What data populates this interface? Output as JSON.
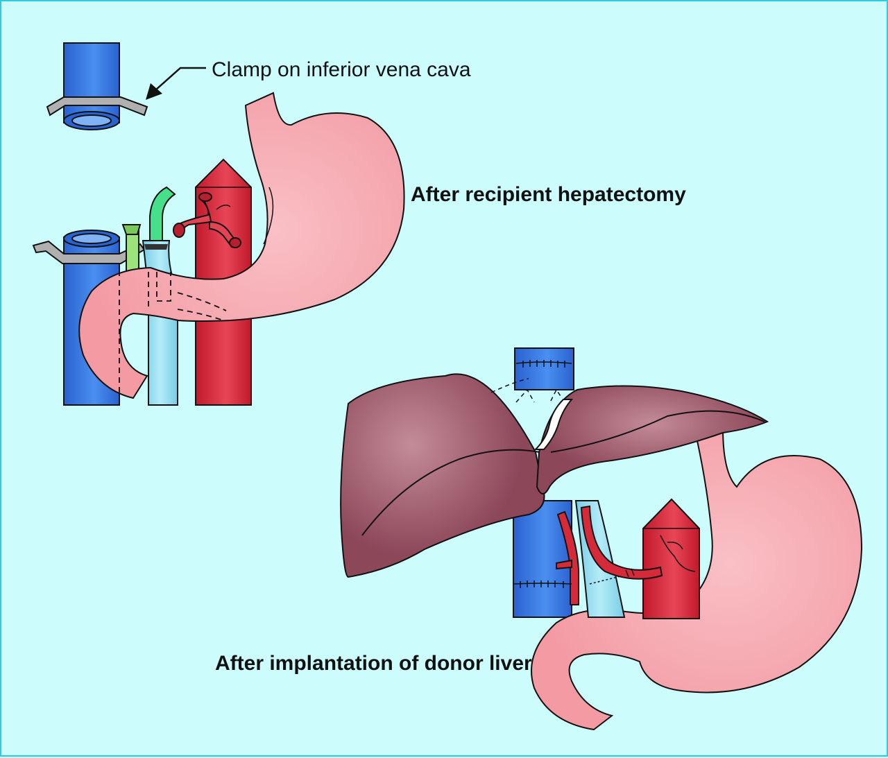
{
  "labels": {
    "clamp": "Clamp on inferior vena cava",
    "hepatectomy": "After recipient hepatectomy",
    "implantation": "After implantation of donor liver"
  },
  "colors": {
    "background": "#cdfcfc",
    "border": "#2fc9e0",
    "vena_cava": "#2f73e6",
    "aorta": "#d42a3a",
    "stomach": "#f6a6ad",
    "portal_vein": "#8fd8ec",
    "bile_duct": "#9be37a",
    "tube": "#46e08a",
    "liver": "#8e4a5c",
    "clamp": "#a9a9a9"
  }
}
